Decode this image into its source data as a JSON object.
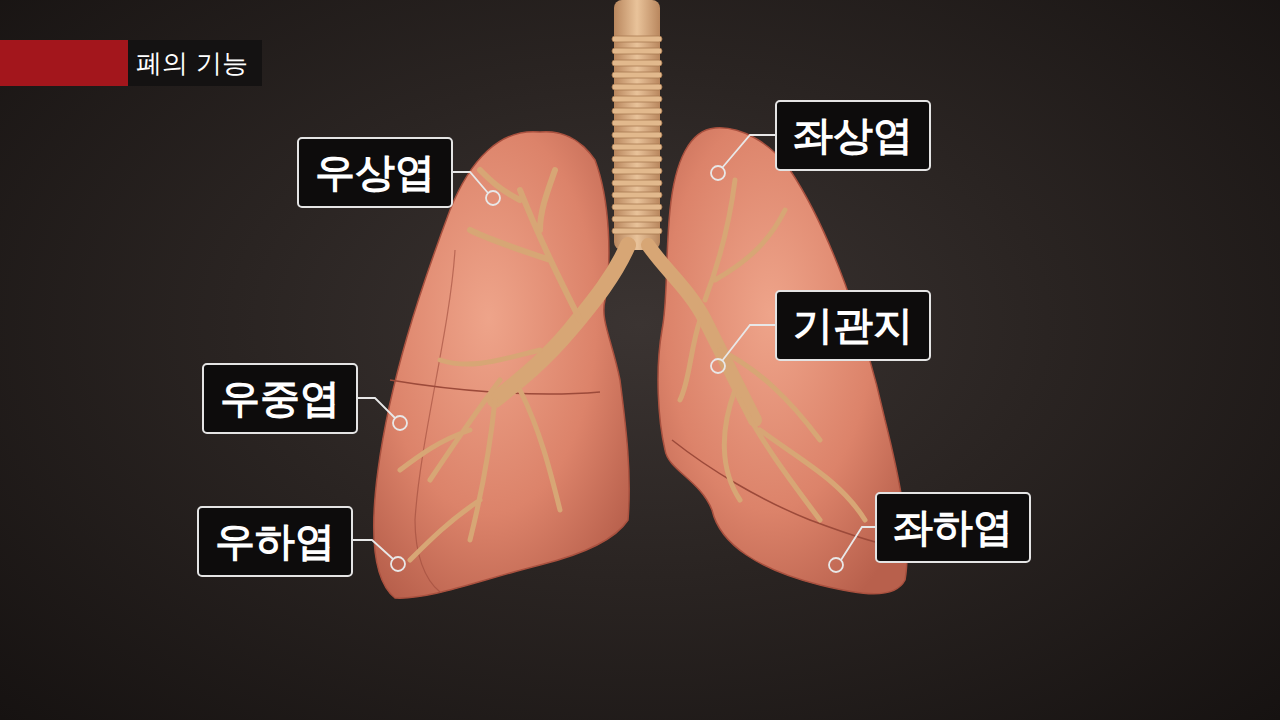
{
  "diagram": {
    "title": "폐의 기능",
    "nodes": [
      {
        "text": [
          "우상엽"
        ]
      },
      {
        "text": [
          "좌상엽"
        ]
      },
      {
        "text": [
          "기관지"
        ]
      },
      {
        "text": [
          "우중엽"
        ]
      },
      {
        "text": [
          "우하엽"
        ]
      },
      {
        "text": [
          "좌하엽"
        ]
      }
    ]
  }
}
